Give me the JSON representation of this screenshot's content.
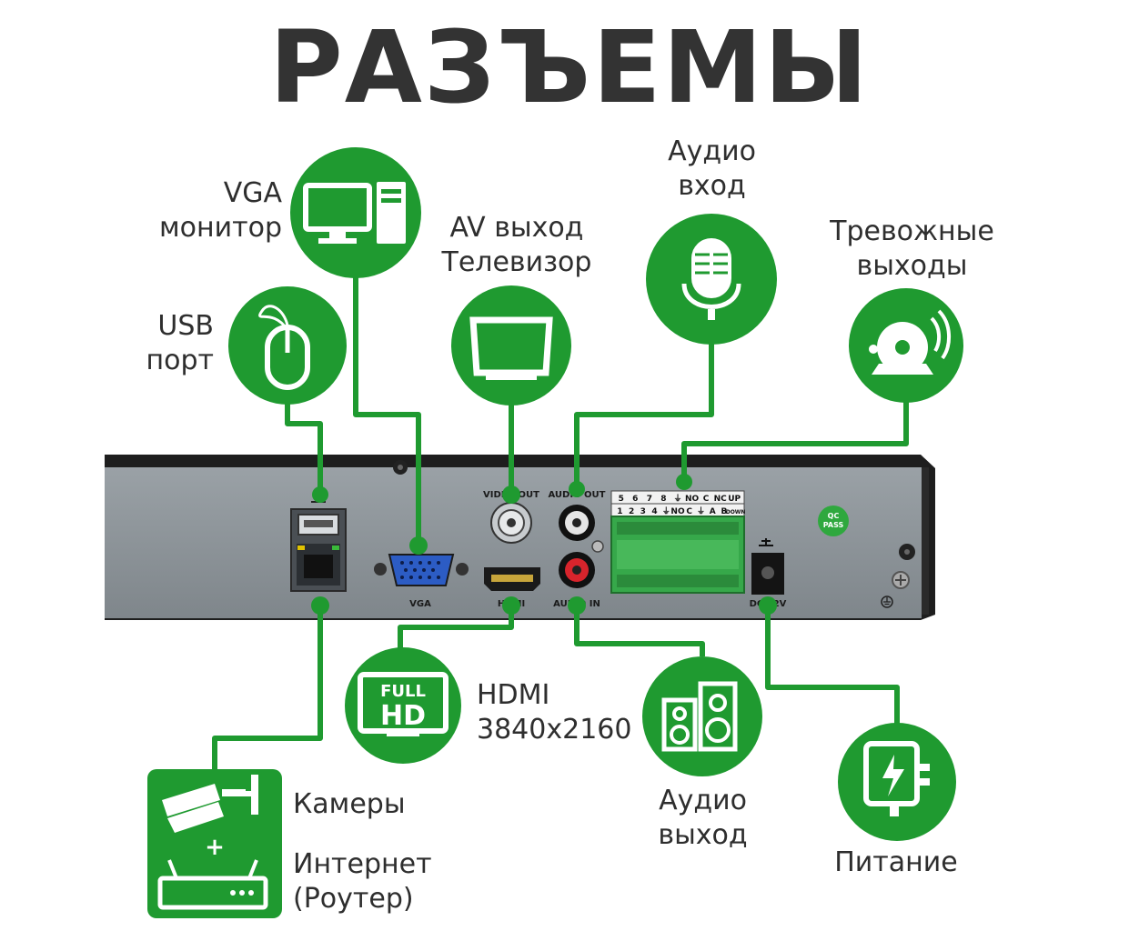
{
  "title": "РАЗЪЕМЫ",
  "labels": {
    "vga": [
      "VGA",
      "монитор"
    ],
    "usb": [
      "USB",
      "порт"
    ],
    "av": [
      "AV выход",
      "Телевизор"
    ],
    "audio_in": [
      "Аудио",
      "вход"
    ],
    "alarm": [
      "Тревожные",
      "выходы"
    ],
    "hdmi": [
      "HDMI",
      "3840x2160"
    ],
    "audio_out": [
      "Аудио",
      "выход"
    ],
    "power": [
      "Питание"
    ],
    "cameras": [
      "Камеры"
    ],
    "internet": [
      "Интернет",
      "(Роутер)"
    ]
  },
  "panel": {
    "video_out": "VIDEO OUT",
    "audio_out": "AUDIO OUT",
    "vga": "VGA",
    "hdmi": "HDMI",
    "audio_in": "AUDIO IN",
    "dc": "DC 12V",
    "qc": "QC",
    "pass": "PASS",
    "term_top": [
      "5",
      "6",
      "7",
      "8",
      "⏚",
      "NO",
      "C",
      "NC",
      "UP"
    ],
    "term_bottom": [
      "1",
      "2",
      "3",
      "4",
      "⏚",
      "NO",
      "C",
      "⏚",
      "A",
      "B",
      "DOWN"
    ]
  },
  "icons": {
    "fullhd_top": "FULL",
    "fullhd_bottom": "HD",
    "plus": "+"
  },
  "colors": {
    "green": "#1f9a30",
    "title": "#333333",
    "panel": "#8c9398"
  }
}
